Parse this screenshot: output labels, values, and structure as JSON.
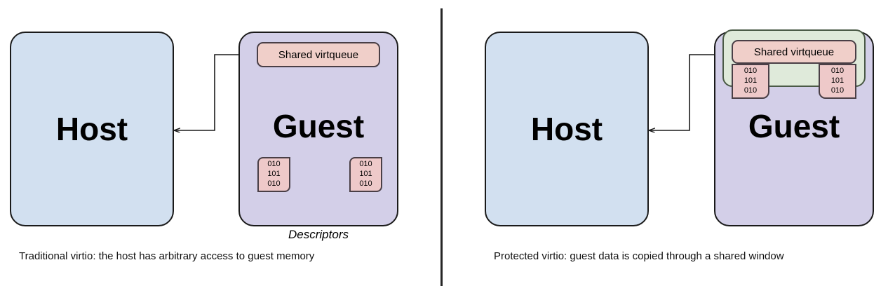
{
  "diagram": {
    "title_text": "",
    "colors": {
      "host_fill": "#d2e0f0",
      "guest_fill": "#d3cfe8",
      "virtqueue_fill": "#f0cfc9",
      "descriptor_fill": "#eec9c9",
      "shared_window_fill": "#dfeada",
      "stroke": "#1a1a1a",
      "page_background": "#ffffff"
    },
    "panels": [
      {
        "id": "traditional",
        "caption": "Traditional virtio: the host has arbitrary access to guest memory",
        "host_label": "Host",
        "guest_label": "Guest",
        "virtqueue_label": "Shared virtqueue",
        "descriptors_label": "Descriptors",
        "descriptors": [
          {
            "lines": [
              "010",
              "101",
              "010"
            ]
          },
          {
            "lines": [
              "010",
              "101",
              "010"
            ]
          }
        ],
        "connector": {
          "kind": "double-headed-elbow-arrow",
          "from": "host",
          "to": "shared-virtqueue"
        },
        "descriptor_links": {
          "kind": "dotted-arrow",
          "from": "shared-virtqueue",
          "to": "descriptor"
        },
        "has_shared_window": false
      },
      {
        "id": "protected",
        "caption": "Protected virtio: guest data is copied through a shared window",
        "host_label": "Host",
        "guest_label": "Guest",
        "virtqueue_label": "Shared virtqueue",
        "descriptors_label": "",
        "descriptors": [
          {
            "lines": [
              "010",
              "101",
              "010"
            ]
          },
          {
            "lines": [
              "010",
              "101",
              "010"
            ]
          }
        ],
        "connector": {
          "kind": "double-headed-elbow-arrow",
          "from": "host",
          "to": "shared-virtqueue"
        },
        "descriptor_links": null,
        "has_shared_window": true,
        "shared_window_name": "shared window"
      }
    ]
  }
}
